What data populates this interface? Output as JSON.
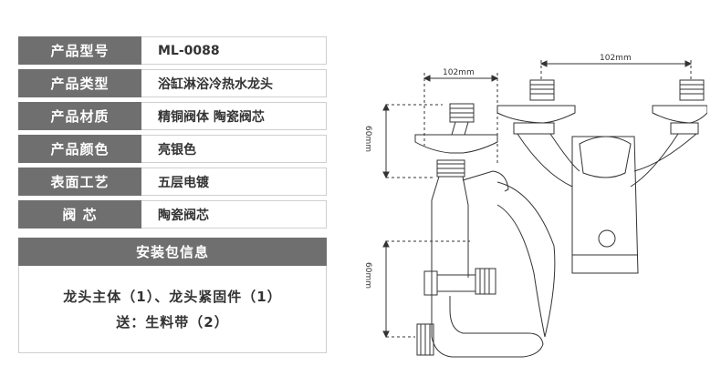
{
  "specs": [
    {
      "label": "产品型号",
      "value": "ML-0088"
    },
    {
      "label": "产品类型",
      "value": "浴缸淋浴冷热水龙头"
    },
    {
      "label": "产品材质",
      "value": "精铜阀体  陶瓷阀芯"
    },
    {
      "label": "产品颜色",
      "value": "亮银色"
    },
    {
      "label": "表面工艺",
      "value": "五层电镀"
    },
    {
      "label": "阀    芯",
      "value": "陶瓷阀芯"
    }
  ],
  "install": {
    "header": "安装包信息",
    "line1": "龙头主体（1）、龙头紧固件（1）",
    "line2": "送：生料带（2）"
  },
  "drawing": {
    "dim_side_width": "102mm",
    "dim_front_width": "102mm",
    "dim_upper_height": "60mm",
    "dim_lower_height": "60mm"
  }
}
